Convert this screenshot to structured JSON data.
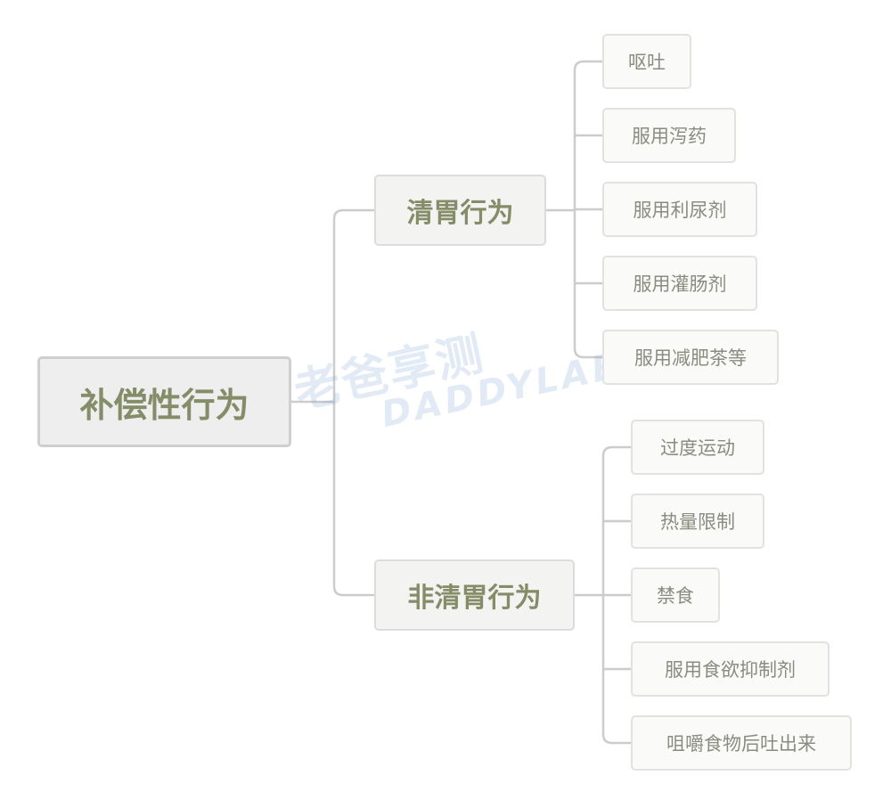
{
  "root": {
    "label": "补偿性行为"
  },
  "branches": [
    {
      "label": "清胃行为",
      "children": [
        "呕吐",
        "服用泻药",
        "服用利尿剂",
        "服用灌肠剂",
        "服用减肥茶等"
      ]
    },
    {
      "label": "非清胃行为",
      "children": [
        "过度运动",
        "热量限制",
        "禁食",
        "服用食欲抑制剂",
        "咀嚼食物后吐出来"
      ]
    }
  ],
  "watermark": {
    "cn": "老爸享测",
    "en": "DADDYLAB"
  },
  "colors": {
    "text_main": "#858c68",
    "text_leaf": "#8a8c80",
    "connector": "#cccccc",
    "watermark": "#78a0d2"
  }
}
